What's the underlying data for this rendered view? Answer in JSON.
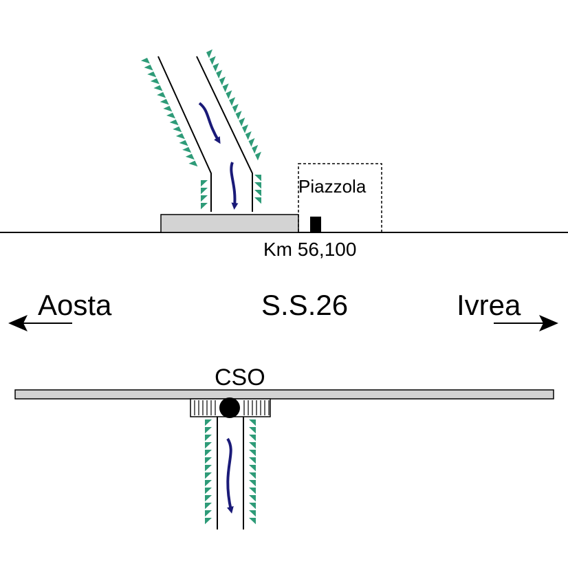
{
  "labels": {
    "piazzola": "Piazzola",
    "km": "Km 56,100",
    "west": "Aosta",
    "road": "S.S.26",
    "east": "Ivrea",
    "outfall": "CSO"
  },
  "colors": {
    "background": "#ffffff",
    "line": "#000000",
    "road_fill": "#d3d3d3",
    "vegetation": "#2e9b78",
    "flow_arrow": "#1a1a78"
  },
  "icons": {
    "vegetation_edge": "green-triangle-hatching",
    "flow_direction": "curved-down-arrow",
    "manhole": "filled-circle",
    "pipe_grating": "vertical-hatch-box"
  }
}
